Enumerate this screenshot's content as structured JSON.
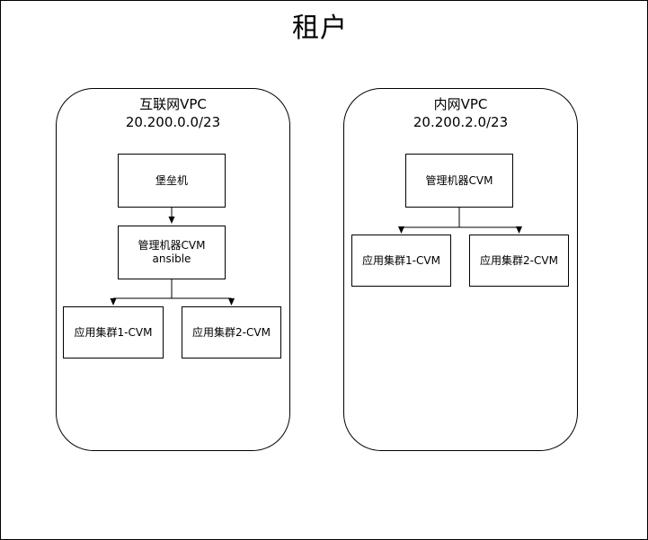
{
  "diagram": {
    "title": "租户",
    "colors": {
      "background": "#ffffff",
      "line": "#000000"
    },
    "vpcs": [
      {
        "id": "internet-vpc",
        "name": "互联网VPC",
        "cidr": "20.200.0.0/23",
        "nodes": [
          {
            "id": "bastion",
            "lines": [
              "堡垒机"
            ]
          },
          {
            "id": "mgmt-cvm-ansible",
            "lines": [
              "管理机器CVM",
              "ansible"
            ]
          },
          {
            "id": "app-cluster-1",
            "lines": [
              "应用集群1-CVM"
            ]
          },
          {
            "id": "app-cluster-2",
            "lines": [
              "应用集群2-CVM"
            ]
          }
        ],
        "edges": [
          {
            "from": "bastion",
            "to": "mgmt-cvm-ansible"
          },
          {
            "from": "mgmt-cvm-ansible",
            "to": "app-cluster-1"
          },
          {
            "from": "mgmt-cvm-ansible",
            "to": "app-cluster-2"
          }
        ]
      },
      {
        "id": "intranet-vpc",
        "name": "内网VPC",
        "cidr": "20.200.2.0/23",
        "nodes": [
          {
            "id": "mgmt-cvm",
            "lines": [
              "管理机器CVM"
            ]
          },
          {
            "id": "app-cluster-1",
            "lines": [
              "应用集群1-CVM"
            ]
          },
          {
            "id": "app-cluster-2",
            "lines": [
              "应用集群2-CVM"
            ]
          }
        ],
        "edges": [
          {
            "from": "mgmt-cvm",
            "to": "app-cluster-1"
          },
          {
            "from": "mgmt-cvm",
            "to": "app-cluster-2"
          }
        ]
      }
    ]
  }
}
